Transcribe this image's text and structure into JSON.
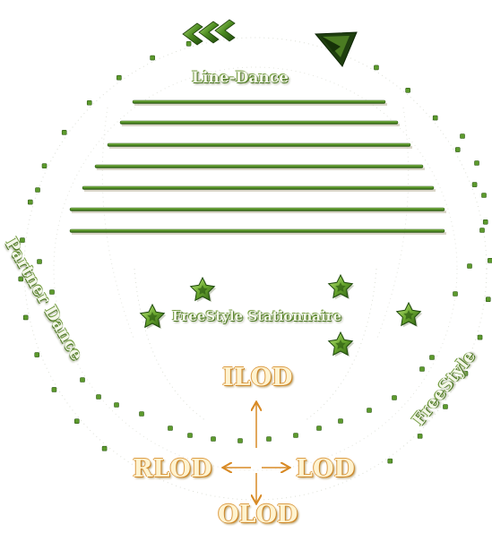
{
  "labels": {
    "line_dance": "Line-Dance",
    "freestyle_stationnaire": "FreeStyle Stationnaire",
    "partner_dance": "Partner Dance",
    "freestyle": "FreeStyle"
  },
  "directions": {
    "ilod": "ILOD",
    "rlod": "RLOD",
    "lod": "LOD",
    "olod": "OLOD"
  },
  "icons": {
    "chevrons": "triple-chevron-left-icon",
    "pointer": "triangle-pointer-icon",
    "stars": "green-star-icon",
    "dots": "green-dot-icon",
    "arrows": "direction-arrow-icon"
  },
  "colors": {
    "dark_green": "#2f5b16",
    "mid_green": "#5c9a2c",
    "light_green": "#a9d36f",
    "arrow_orange": "#d88a25",
    "dotted_gray": "#cfd2c8"
  },
  "counts": {
    "line_dance_lanes": 7,
    "freestyle_stars": 5
  }
}
